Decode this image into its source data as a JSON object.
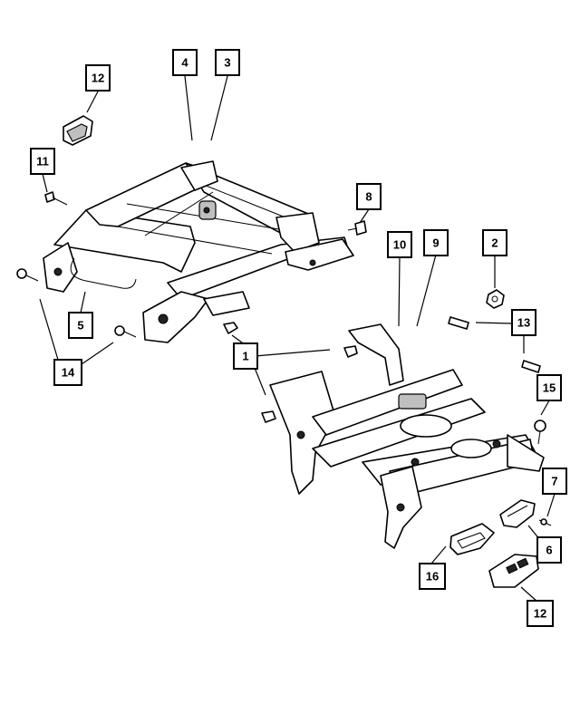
{
  "callouts": [
    {
      "id": "c12a",
      "label": "12"
    },
    {
      "id": "c4",
      "label": "4"
    },
    {
      "id": "c3",
      "label": "3"
    },
    {
      "id": "c11",
      "label": "11"
    },
    {
      "id": "c8",
      "label": "8"
    },
    {
      "id": "c10",
      "label": "10"
    },
    {
      "id": "c9",
      "label": "9"
    },
    {
      "id": "c2",
      "label": "2"
    },
    {
      "id": "c5",
      "label": "5"
    },
    {
      "id": "c13",
      "label": "13"
    },
    {
      "id": "c1",
      "label": "1"
    },
    {
      "id": "c14",
      "label": "14"
    },
    {
      "id": "c15",
      "label": "15"
    },
    {
      "id": "c7",
      "label": "7"
    },
    {
      "id": "c6",
      "label": "6"
    },
    {
      "id": "c16",
      "label": "16"
    },
    {
      "id": "c12b",
      "label": "12"
    }
  ]
}
